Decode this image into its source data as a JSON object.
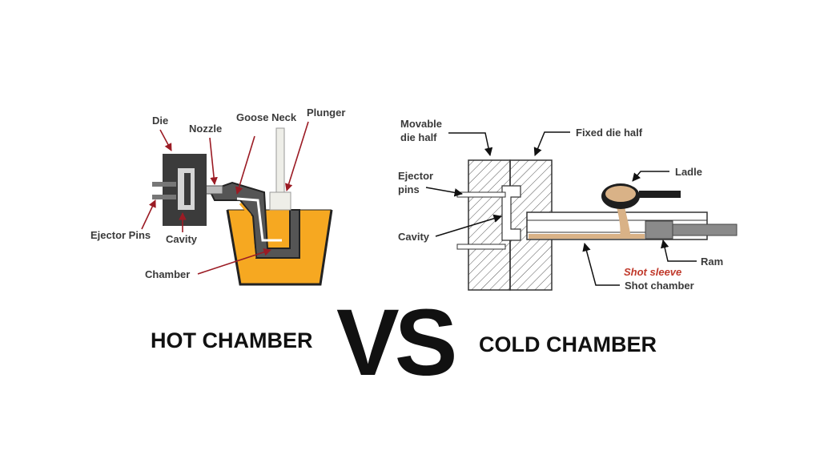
{
  "hot_chamber": {
    "title": "HOT CHAMBER",
    "labels": {
      "die": "Die",
      "nozzle": "Nozzle",
      "goose_neck": "Goose Neck",
      "plunger": "Plunger",
      "ejector_pins": "Ejector Pins",
      "cavity": "Cavity",
      "chamber": "Chamber"
    }
  },
  "vs_text": "VS",
  "cold_chamber": {
    "title": "COLD CHAMBER",
    "labels": {
      "movable_die_half_line1": "Movable",
      "movable_die_half_line2": "die half",
      "fixed_die_half": "Fixed die half",
      "ejector_pins_line1": "Ejector",
      "ejector_pins_line2": "pins",
      "ladle": "Ladle",
      "cavity": "Cavity",
      "ram": "Ram",
      "shot_sleeve": "Shot sleeve",
      "shot_chamber": "Shot chamber"
    }
  },
  "colors": {
    "molten_metal_hot": "#f6a821",
    "molten_metal_cold": "#d9b287",
    "die_dark": "#3b3b3b",
    "arrow_red": "#9b1b24",
    "text_dark": "#3a3a3a",
    "shot_sleeve_red": "#c0392b"
  }
}
